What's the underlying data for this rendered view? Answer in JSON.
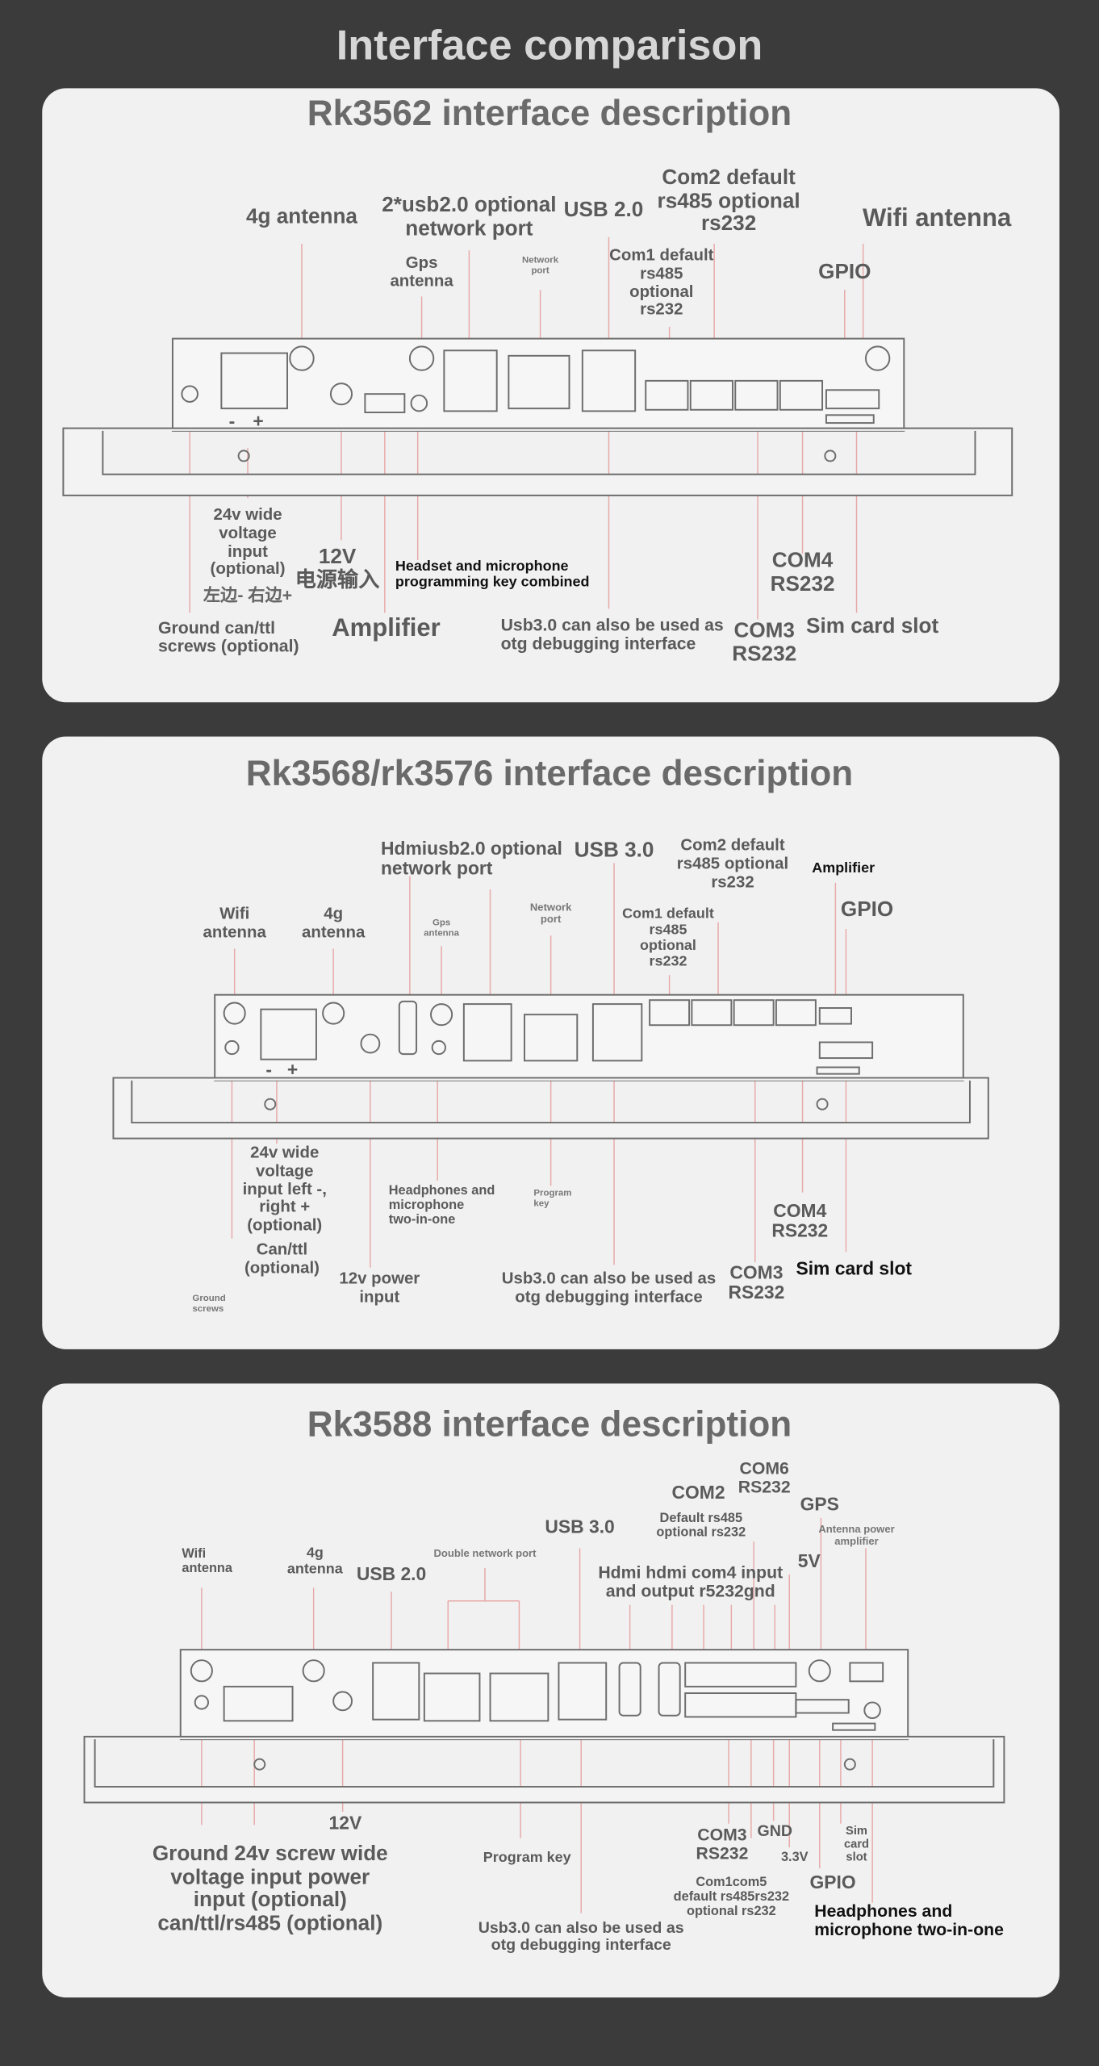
{
  "page_title": "Interface comparison",
  "colors": {
    "background": "#3b3b3b",
    "panel": "#f1f1f1",
    "leader_line": "#e8a9a9",
    "label": "#5a5a5a"
  },
  "panels": [
    {
      "title": "Rk3562 interface description",
      "labels": {
        "antenna_4g": "4g antenna",
        "usb2_network": "2*usb2.0 optional\nnetwork port",
        "usb20": "USB 2.0",
        "com2": "Com2 default\nrs485 optional\nrs232",
        "wifi": "Wifi antenna",
        "gps": "Gps\nantenna",
        "network_port": "Network\nport",
        "com1": "Com1 default\nrs485\noptional\nrs232",
        "gpio": "GPIO",
        "power24v": "24v wide\nvoltage\ninput\n(optional)",
        "power24v_cn": "左边-  右边+",
        "power12v": "12V\n电源输入",
        "headset": "Headset and microphone\nprogramming key combined",
        "com4": "COM4\nRS232",
        "ground": "Ground can/ttl\nscrews (optional)",
        "amplifier": "Amplifier",
        "usb3_otg": "Usb3.0 can also be used as\notg debugging interface",
        "com3": "COM3\nRS232",
        "sim": "Sim card slot",
        "minus": "-",
        "plus": "+"
      }
    },
    {
      "title": "Rk3568/rk3576 interface description",
      "labels": {
        "wifi": "Wifi\nantenna",
        "antenna_4g": "4g\nantenna",
        "hdmi_usb2": "Hdmiusb2.0 optional\nnetwork port",
        "gps": "Gps\nantenna",
        "network_port": "Network\nport",
        "usb30": "USB 3.0",
        "com2": "Com2 default\nrs485 optional\nrs232",
        "amplifier": "Amplifier",
        "gpio": "GPIO",
        "com1": "Com1 default\nrs485\noptional\nrs232",
        "power24v": "24v wide\nvoltage\ninput left -,\nright +\n(optional)",
        "headphones": "Headphones and\nmicrophone\ntwo-in-one",
        "program_key": "Program\nkey",
        "com4": "COM4\nRS232",
        "canttl": "Can/ttl\n(optional)",
        "ground": "Ground\nscrews",
        "power12v": "12v power\ninput",
        "usb3_otg": "Usb3.0 can also be used as\notg debugging interface",
        "com3": "COM3\nRS232",
        "sim": "Sim card slot",
        "minus": "-",
        "plus": "+"
      }
    },
    {
      "title": "Rk3588 interface description",
      "labels": {
        "wifi": "Wifi\nantenna",
        "antenna_4g": "4g\nantenna",
        "usb20": "USB 2.0",
        "double_network": "Double network port",
        "usb30": "USB 3.0",
        "hdmi_com4": "Hdmi hdmi com4 input\nand output r5232gnd",
        "com2": "COM2",
        "com2_desc": "Default rs485\noptional rs232",
        "com6": "COM6\nRS232",
        "gps": "GPS",
        "antenna_amp": "Antenna power\namplifier",
        "v5": "5V",
        "power": "Ground 24v screw wide\nvoltage input power\ninput (optional)\ncan/ttl/rs485 (optional)",
        "v12": "12V",
        "program_key": "Program key",
        "com3": "COM3\nRS232",
        "gnd": "GND",
        "v33": "3.3V",
        "com1com5": "Com1com5\ndefault rs485rs232\noptional rs232",
        "gpio": "GPIO",
        "sim": "Sim\ncard\nslot",
        "headphones": "Headphones and\nmicrophone two-in-one",
        "usb3_otg": "Usb3.0 can also be used as\notg debugging interface"
      }
    }
  ]
}
